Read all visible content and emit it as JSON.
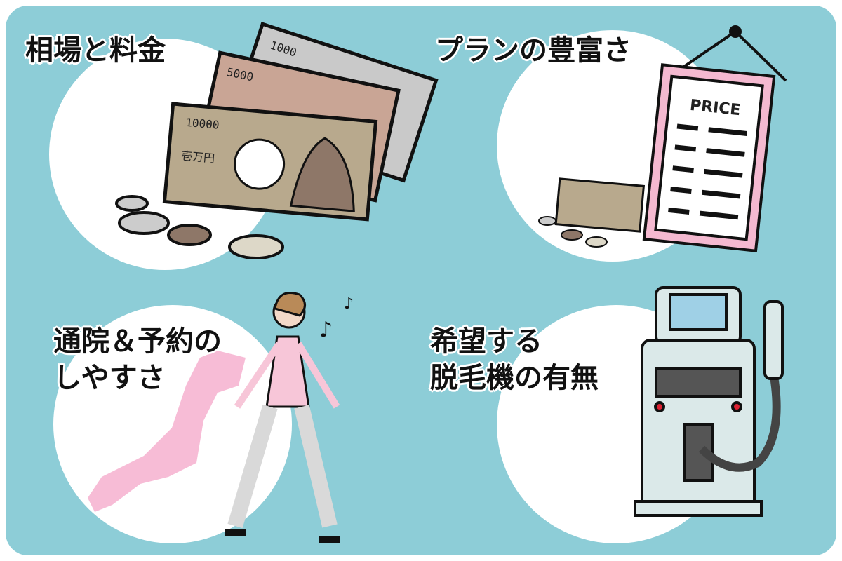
{
  "sections": [
    {
      "title": "相場と料金"
    },
    {
      "title": "プランの豊富さ"
    },
    {
      "title": "通院＆予約の\nしやすさ"
    },
    {
      "title": "希望する\n脱毛機の有無"
    }
  ],
  "illustrations": {
    "banknote_1000": "1000",
    "banknote_5000": "5000",
    "banknote_10000": "10000",
    "banknote_kanji": "壱万円",
    "price_board": "PRICE",
    "music_note": "♪"
  },
  "colors": {
    "background": "#8dcdd7",
    "accent_pink": "#f4b9d0",
    "banknote": "#b8a98d"
  }
}
